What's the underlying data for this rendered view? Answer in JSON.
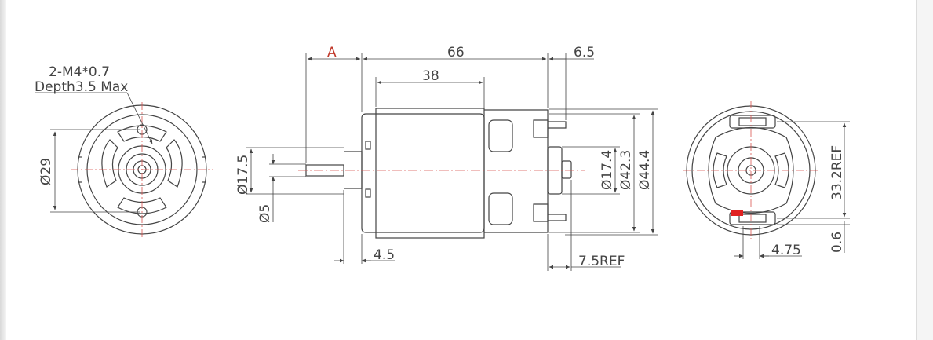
{
  "colors": {
    "outline": "#444444",
    "centerline": "#d9534f",
    "highlight": "#e02020"
  },
  "left_view": {
    "thread_note": "2-M4*0.7",
    "depth_note": "Depth3.5 Max",
    "diameter": "Ø29"
  },
  "side_view": {
    "dim_a": "A",
    "dim_66": "66",
    "dim_6_5": "6.5",
    "dim_38": "38",
    "dim_17_5": "Ø17.5",
    "dim_5": "Ø5",
    "dim_4_5": "4.5",
    "dim_7_5ref": "7.5REF",
    "dim_17_4": "Ø17.4",
    "dim_42_3": "Ø42.3",
    "dim_44_4": "Ø44.4"
  },
  "right_view": {
    "dim_33_2ref": "33.2REF",
    "dim_0_6": "0.6",
    "dim_4_75": "4.75"
  }
}
